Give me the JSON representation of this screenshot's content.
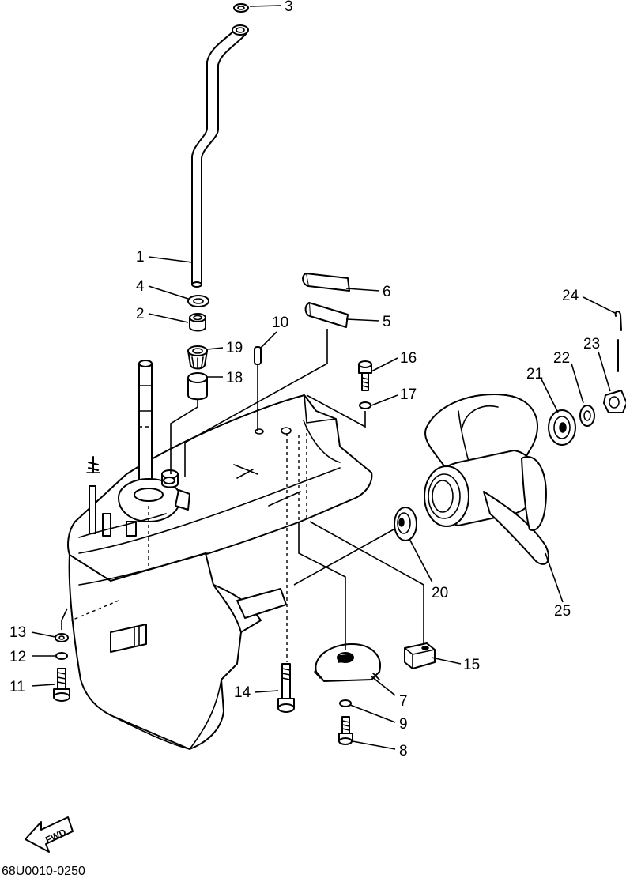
{
  "callouts": [
    "1",
    "2",
    "3",
    "4",
    "5",
    "6",
    "7",
    "8",
    "9",
    "10",
    "11",
    "12",
    "13",
    "14",
    "15",
    "16",
    "17",
    "18",
    "19",
    "20",
    "21",
    "22",
    "23",
    "24",
    "25"
  ],
  "fwd_label": "FWD",
  "diagram_code": "68U0010-0250"
}
